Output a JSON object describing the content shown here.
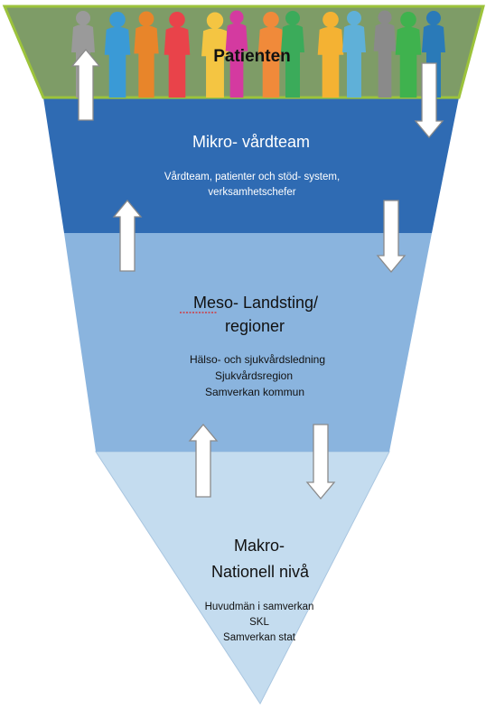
{
  "top": {
    "title": "Patienten"
  },
  "levels": [
    {
      "title_lines": [
        "Mikro- vårdteam"
      ],
      "desc_lines": [
        "Vårdteam, patienter och stöd- system,",
        "verksamhetschefer"
      ]
    },
    {
      "title_lines": [
        "Meso- Landsting/",
        "regioner"
      ],
      "desc_lines": [
        "Hälso- och sjukvårdsledning",
        "Sjukvårdsregion",
        "Samverkan kommun"
      ]
    },
    {
      "title_lines": [
        "Makro-",
        "Nationell nivå"
      ],
      "desc_lines": [
        "Huvudmän i samverkan",
        "SKL",
        "Samverkan stat"
      ]
    }
  ],
  "colors": {
    "top_band": "#7e9c67",
    "top_border": "#9cc33b",
    "mikro": "#2f6bb3",
    "meso": "#8ab4de",
    "makro": "#c4dcef",
    "arrow_fill": "#ffffff",
    "arrow_stroke": "#8a8a8a",
    "title_text": "#111111",
    "mikro_text": "#ffffff",
    "people": [
      "#9a9a9a",
      "#3a9ad6",
      "#e8852a",
      "#e9434a",
      "#f4c542",
      "#d43aa0",
      "#f08a3a",
      "#3bab5a",
      "#f4b233",
      "#5fb0d8",
      "#8a8a8a",
      "#3fb24e",
      "#2a7ab8"
    ]
  }
}
